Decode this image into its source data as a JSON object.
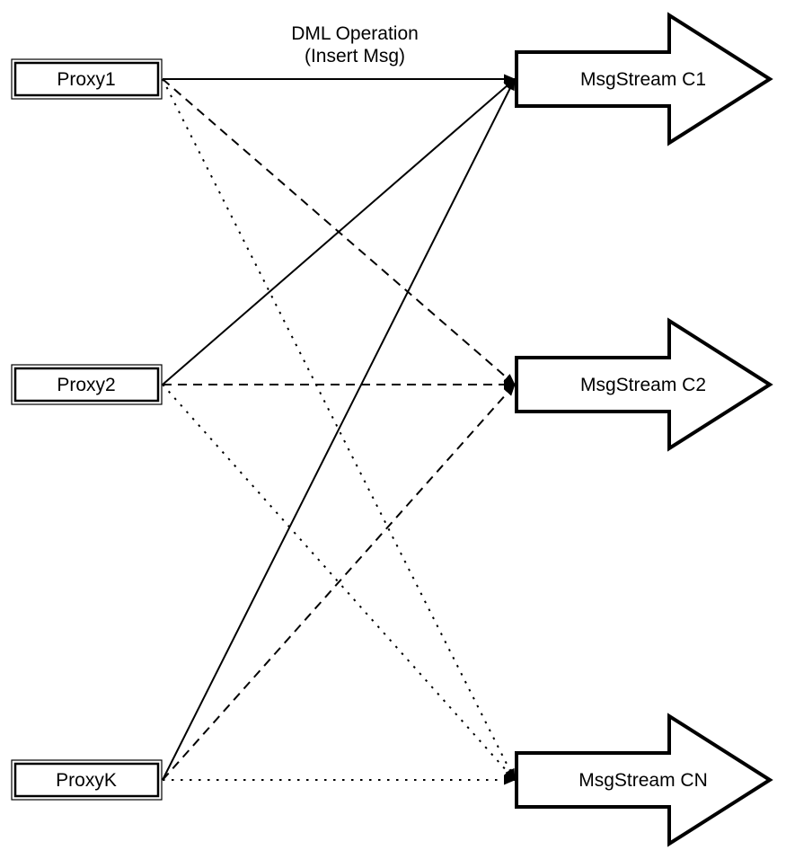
{
  "title": {
    "line1": "DML Operation",
    "line2": "(Insert Msg)"
  },
  "proxies": [
    {
      "label": "Proxy1"
    },
    {
      "label": "Proxy2"
    },
    {
      "label": "ProxyK"
    }
  ],
  "streams": [
    {
      "label": "MsgStream C1"
    },
    {
      "label": "MsgStream C2"
    },
    {
      "label": "MsgStream CN"
    }
  ],
  "connections": [
    {
      "from": 0,
      "to": 0,
      "style": "solid"
    },
    {
      "from": 0,
      "to": 1,
      "style": "dashed"
    },
    {
      "from": 0,
      "to": 2,
      "style": "dotted"
    },
    {
      "from": 1,
      "to": 0,
      "style": "solid"
    },
    {
      "from": 1,
      "to": 1,
      "style": "dashed"
    },
    {
      "from": 1,
      "to": 2,
      "style": "dotted"
    },
    {
      "from": 2,
      "to": 0,
      "style": "solid"
    },
    {
      "from": 2,
      "to": 1,
      "style": "dashed"
    },
    {
      "from": 2,
      "to": 2,
      "style": "dotted"
    }
  ],
  "colors": {
    "stroke": "#000000",
    "fill": "#ffffff",
    "background": "#ffffff"
  }
}
